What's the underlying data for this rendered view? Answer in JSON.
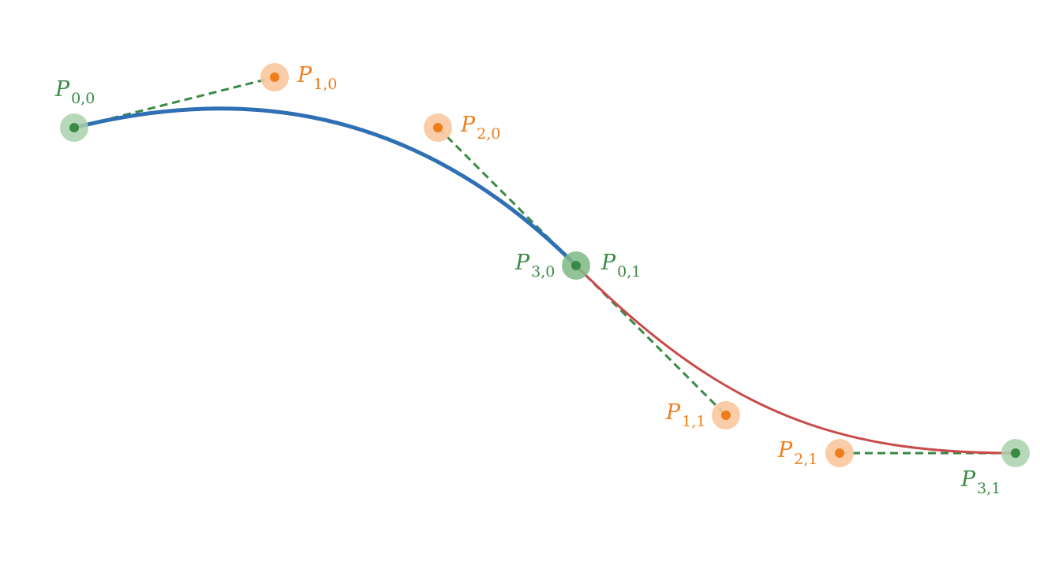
{
  "colors": {
    "curve_0": "#2f6fb3",
    "curve_1": "#c94a4a",
    "endpoint": "#3a8a45",
    "endpoint_halo": "#a9d1ad",
    "control": "#f07d1b",
    "control_halo": "#f9c79f",
    "handle_line": "#3a8a45"
  },
  "points": {
    "p00": {
      "letter": "P",
      "sub": "0,0"
    },
    "p10": {
      "letter": "P",
      "sub": "1,0"
    },
    "p20": {
      "letter": "P",
      "sub": "2,0"
    },
    "p30": {
      "letter": "P",
      "sub": "3,0"
    },
    "p01": {
      "letter": "P",
      "sub": "0,1"
    },
    "p11": {
      "letter": "P",
      "sub": "1,1"
    },
    "p21": {
      "letter": "P",
      "sub": "2,1"
    },
    "p31": {
      "letter": "P",
      "sub": "3,1"
    }
  }
}
